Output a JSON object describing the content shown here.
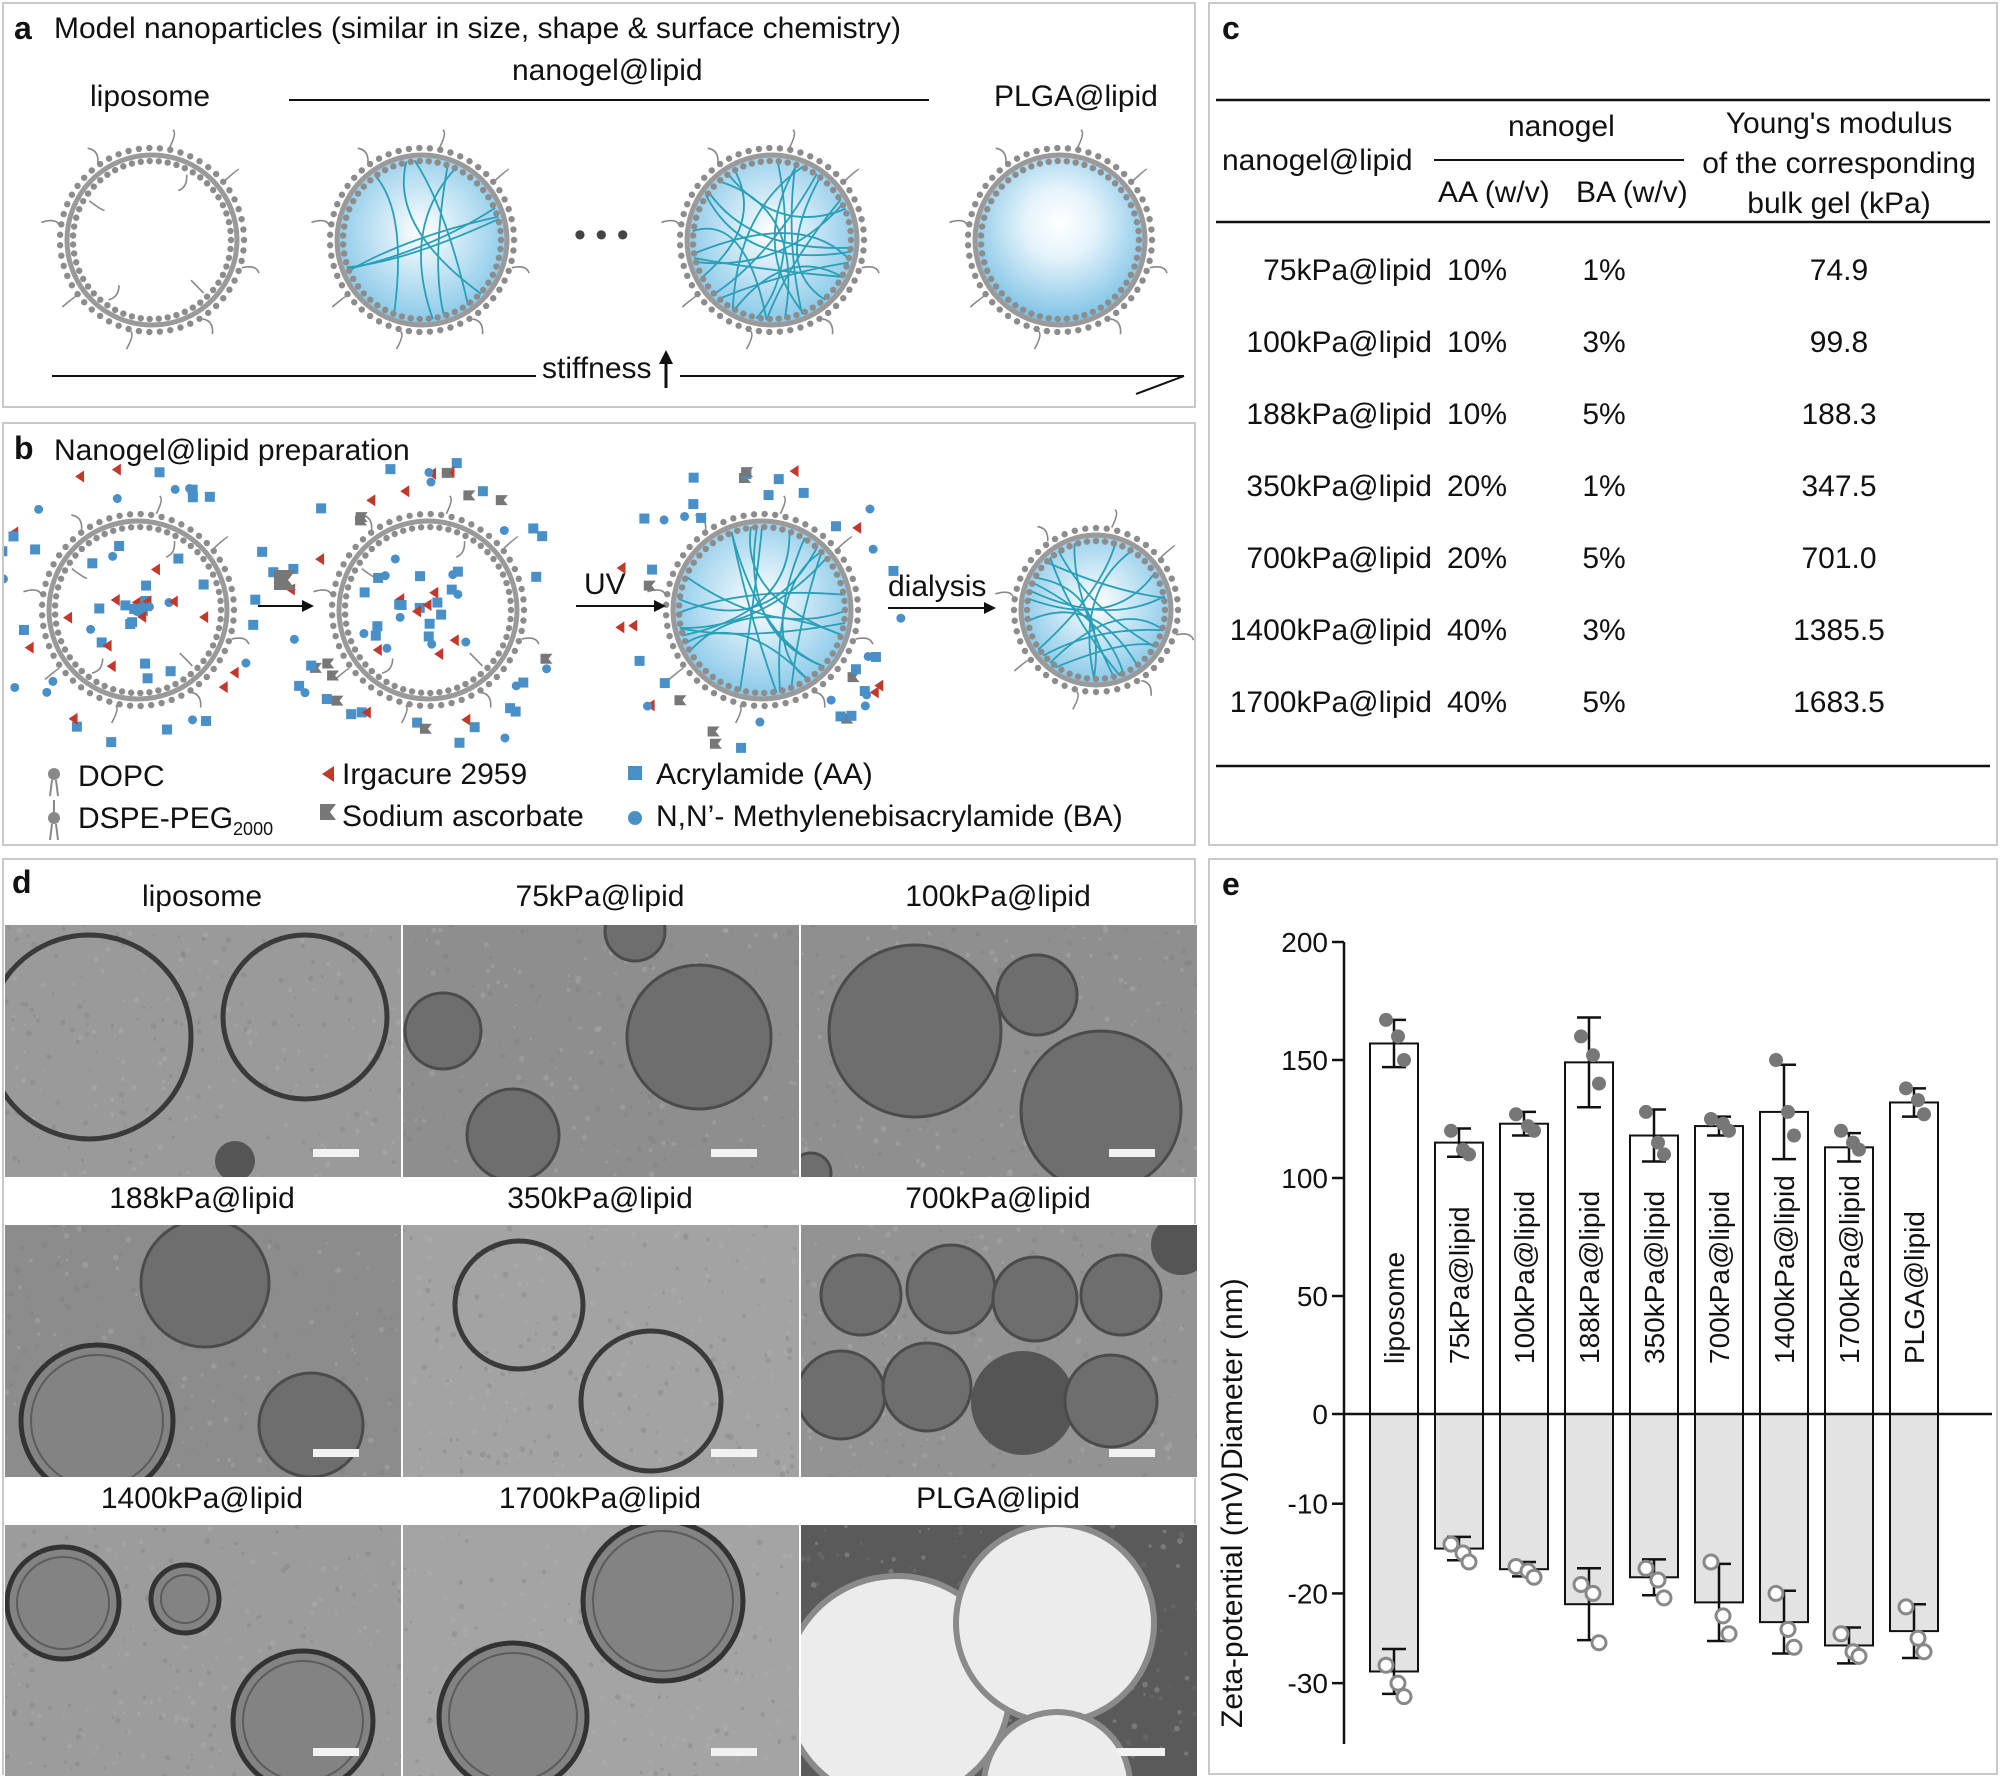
{
  "panel_a": {
    "label": "a",
    "title": "Model nanoparticles (similar in size, shape & surface chemistry)",
    "liposome_label": "liposome",
    "nanogel_label": "nanogel@lipid",
    "plga_label": "PLGA@lipid",
    "ellipsis": "• • •",
    "stiffness_label": "stiffness"
  },
  "panel_b": {
    "label": "b",
    "title": "Nanogel@lipid preparation",
    "step_uv": "UV",
    "step_dialysis": "dialysis",
    "legend": [
      {
        "key": "dopc",
        "text": "DOPC"
      },
      {
        "key": "dspe",
        "text": "DSPE-PEG",
        "sub": "2000"
      },
      {
        "key": "irgacure",
        "text": "Irgacure 2959"
      },
      {
        "key": "ascorbate",
        "text": "Sodium ascorbate"
      },
      {
        "key": "aa",
        "text": "Acrylamide (AA)"
      },
      {
        "key": "ba",
        "text": "N,N’- Methylenebisacrylamide (BA)"
      }
    ],
    "colors": {
      "irgacure": "#c0392b",
      "ascorbate": "#777777",
      "monomer": "#4a90c8"
    }
  },
  "panel_c": {
    "label": "c",
    "headers": {
      "col1": "nanogel@lipid",
      "group": "nanogel",
      "aa": "AA (w/v)",
      "ba": "BA (w/v)",
      "modulus_1": "Young's modulus",
      "modulus_2": "of the corresponding",
      "modulus_3": "bulk gel (kPa)"
    },
    "rows": [
      {
        "name": "75kPa@lipid",
        "aa": "10%",
        "ba": "1%",
        "modulus": "74.9"
      },
      {
        "name": "100kPa@lipid",
        "aa": "10%",
        "ba": "3%",
        "modulus": "99.8"
      },
      {
        "name": "188kPa@lipid",
        "aa": "10%",
        "ba": "5%",
        "modulus": "188.3"
      },
      {
        "name": "350kPa@lipid",
        "aa": "20%",
        "ba": "1%",
        "modulus": "347.5"
      },
      {
        "name": "700kPa@lipid",
        "aa": "20%",
        "ba": "5%",
        "modulus": "701.0"
      },
      {
        "name": "1400kPa@lipid",
        "aa": "40%",
        "ba": "3%",
        "modulus": "1385.5"
      },
      {
        "name": "1700kPa@lipid",
        "aa": "40%",
        "ba": "5%",
        "modulus": "1683.5"
      }
    ]
  },
  "panel_d": {
    "label": "d",
    "images": [
      "liposome",
      "75kPa@lipid",
      "100kPa@lipid",
      "188kPa@lipid",
      "350kPa@lipid",
      "700kPa@lipid",
      "1400kPa@lipid",
      "1700kPa@lipid",
      "PLGA@lipid"
    ]
  },
  "panel_e": {
    "label": "e"
  },
  "chart_data": {
    "type": "bar",
    "categories": [
      "liposome",
      "75kPa@lipid",
      "100kPa@lipid",
      "188kPa@lipid",
      "350kPa@lipid",
      "700kPa@lipid",
      "1400kPa@lipid",
      "1700kPa@lipid",
      "PLGA@lipid"
    ],
    "series": [
      {
        "name": "Diameter (nm)",
        "values": [
          157,
          115,
          123,
          149,
          118,
          122,
          128,
          113,
          132
        ],
        "err": [
          10,
          6,
          5,
          19,
          11,
          4,
          20,
          6,
          6
        ],
        "points": [
          [
            167,
            160,
            150
          ],
          [
            120,
            112,
            110
          ],
          [
            127,
            122,
            120
          ],
          [
            160,
            152,
            140
          ],
          [
            128,
            115,
            110
          ],
          [
            125,
            123,
            120
          ],
          [
            150,
            128,
            118
          ],
          [
            120,
            115,
            112
          ],
          [
            138,
            133,
            127
          ]
        ]
      },
      {
        "name": "Zeta-potential (mV)",
        "values": [
          -28.7,
          -15.0,
          -17.3,
          -21.2,
          -18.2,
          -21.0,
          -23.2,
          -25.8,
          -24.2
        ],
        "err": [
          2.5,
          1.3,
          0.8,
          4.0,
          2.0,
          4.3,
          3.5,
          2.0,
          3.0
        ],
        "points": [
          [
            -28,
            -30,
            -31.5
          ],
          [
            -14.5,
            -15.5,
            -16.5
          ],
          [
            -17,
            -17.5,
            -18.2
          ],
          [
            -19,
            -20,
            -25.5
          ],
          [
            -17.2,
            -18.5,
            -20.5
          ],
          [
            -16.5,
            -22.5,
            -24.5
          ],
          [
            -20,
            -24,
            -26
          ],
          [
            -24.5,
            -26.5,
            -27
          ],
          [
            -21.5,
            -25,
            -26.5
          ]
        ]
      }
    ],
    "yticks_top": [
      "200",
      "150",
      "100",
      "50",
      "0"
    ],
    "yticks_bottom": [
      "-10",
      "-20",
      "-30"
    ],
    "ylim_top": [
      0,
      200
    ],
    "ylim_bottom": [
      -35,
      0
    ],
    "ylabel_top": "Diameter (nm)",
    "ylabel_bottom": "Zeta-potential (mV)",
    "colors": {
      "top_bar": "#ffffff",
      "bottom_bar": "#e3e3e3",
      "top_point": "#777777",
      "bottom_point": "#888888"
    }
  }
}
